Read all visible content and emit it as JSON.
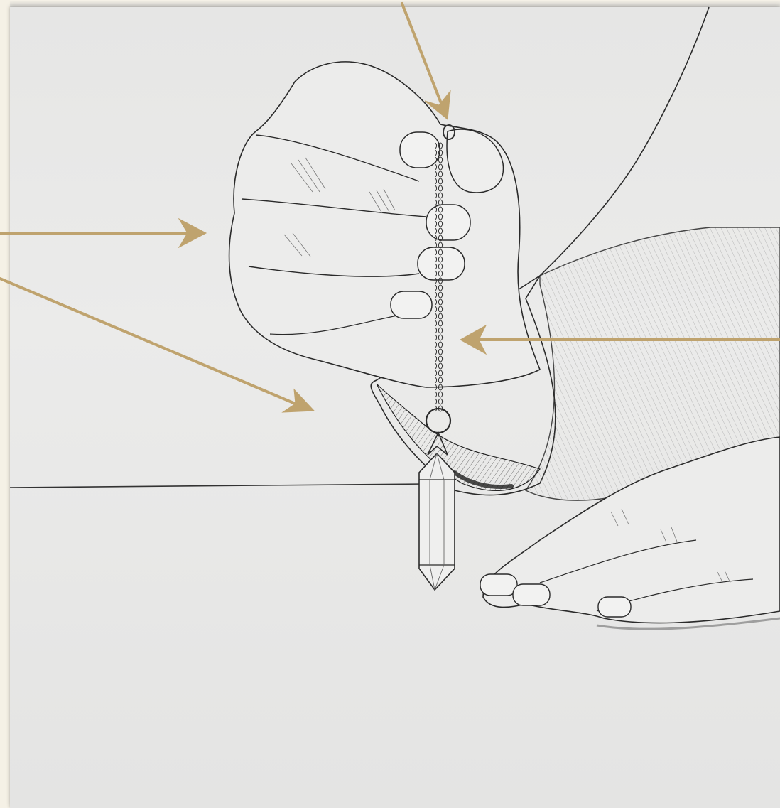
{
  "illustration": {
    "subject": "pencil-drawing-hand-holding-crystal-pendulum",
    "colors": {
      "arrow": "#bfa36e",
      "ink": "#2a2a2a",
      "paper": "#e8e8e7",
      "frame": "#f3efe4"
    },
    "arrows": [
      {
        "id": "arrow-top",
        "points_to": "chain-top-ring"
      },
      {
        "id": "arrow-left-upper",
        "points_to": "fingers"
      },
      {
        "id": "arrow-left-lower",
        "points_to": "space-below-hand"
      },
      {
        "id": "arrow-right",
        "points_to": "chain"
      }
    ]
  }
}
